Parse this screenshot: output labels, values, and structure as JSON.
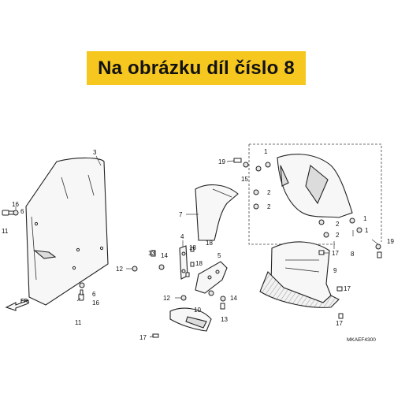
{
  "banner": {
    "text": "Na obrázku díl číslo 8",
    "color": "#f6c71e"
  },
  "diagram_code": "MKAEF4300",
  "direction_label": "FR.",
  "callouts": [
    {
      "id": "c3",
      "label": "3"
    },
    {
      "id": "c16a",
      "label": "16"
    },
    {
      "id": "c6a",
      "label": "6"
    },
    {
      "id": "c11a",
      "label": "11"
    },
    {
      "id": "c6b",
      "label": "6"
    },
    {
      "id": "c16b",
      "label": "16"
    },
    {
      "id": "c11b",
      "label": "11"
    },
    {
      "id": "c7",
      "label": "7"
    },
    {
      "id": "c4",
      "label": "4"
    },
    {
      "id": "c12a",
      "label": "12"
    },
    {
      "id": "c13a",
      "label": "13"
    },
    {
      "id": "c14a",
      "label": "14"
    },
    {
      "id": "c18a",
      "label": "18"
    },
    {
      "id": "c18b",
      "label": "18"
    },
    {
      "id": "c18c",
      "label": "18"
    },
    {
      "id": "c5",
      "label": "5"
    },
    {
      "id": "c12b",
      "label": "12"
    },
    {
      "id": "c14b",
      "label": "14"
    },
    {
      "id": "c13b",
      "label": "13"
    },
    {
      "id": "c10",
      "label": "10"
    },
    {
      "id": "c17a",
      "label": "17"
    },
    {
      "id": "c19a",
      "label": "19"
    },
    {
      "id": "c1a",
      "label": "1"
    },
    {
      "id": "c15",
      "label": "15"
    },
    {
      "id": "c2a",
      "label": "2"
    },
    {
      "id": "c2b",
      "label": "2"
    },
    {
      "id": "c1b",
      "label": "1"
    },
    {
      "id": "c2c",
      "label": "2"
    },
    {
      "id": "c2d",
      "label": "2"
    },
    {
      "id": "c1c",
      "label": "1"
    },
    {
      "id": "c19b",
      "label": "19"
    },
    {
      "id": "c8",
      "label": "8"
    },
    {
      "id": "c17b",
      "label": "17"
    },
    {
      "id": "c9",
      "label": "9"
    },
    {
      "id": "c17c",
      "label": "17"
    },
    {
      "id": "c17d",
      "label": "17"
    }
  ]
}
